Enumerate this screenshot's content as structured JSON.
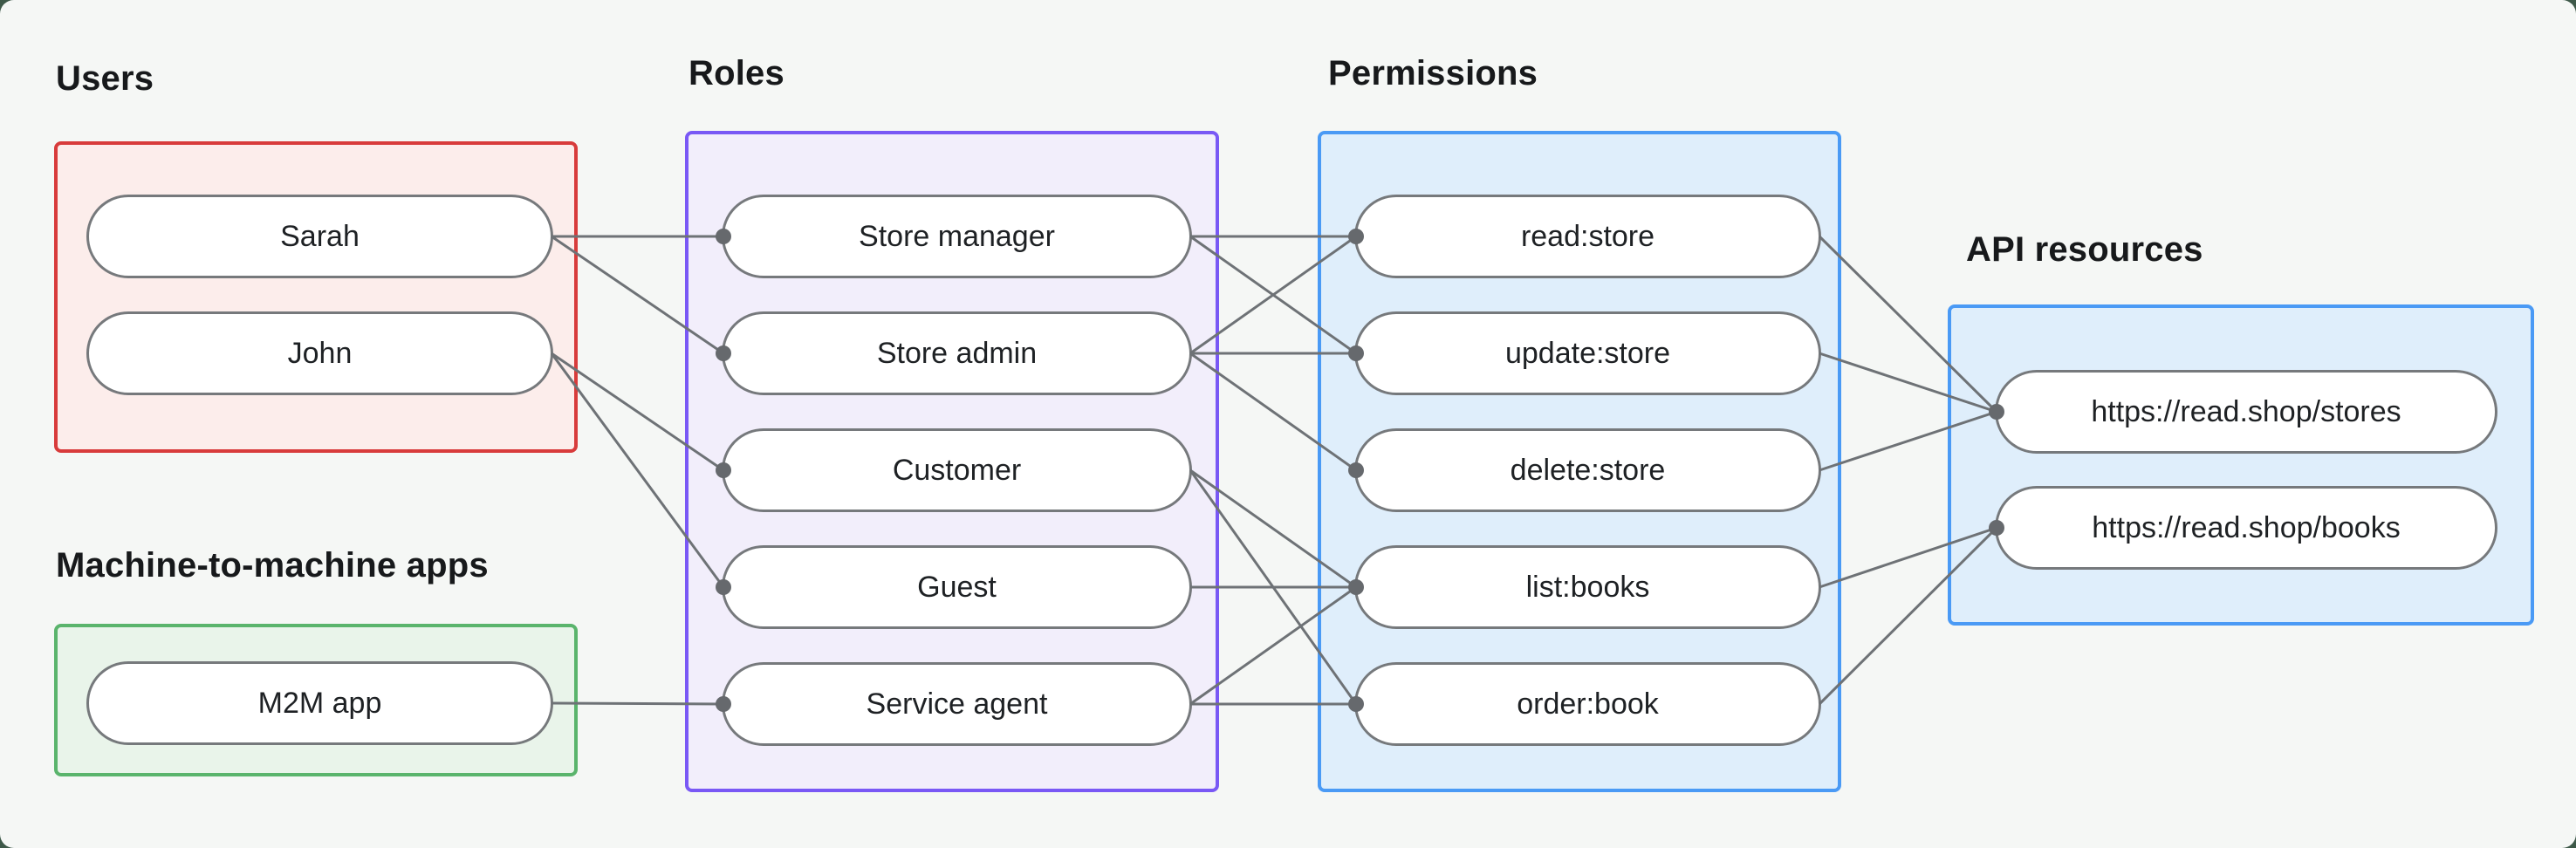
{
  "page": {
    "outer_background": "#3e5949",
    "card_background": "#f5f7f5",
    "label_color": "#17191b"
  },
  "edge_style": {
    "line_color": "#6e7276",
    "line_width": 3,
    "dot_color": "#66696d",
    "dot_radius": 9,
    "pill_border_color": "#76797c"
  },
  "groups": [
    {
      "id": "users",
      "label": "Users",
      "border_color": "#d83b3b",
      "fill_color": "#fcedeb",
      "items": [
        {
          "id": "sarah",
          "label": "Sarah"
        },
        {
          "id": "john",
          "label": "John"
        }
      ]
    },
    {
      "id": "m2m",
      "label": "Machine-to-machine apps",
      "border_color": "#5ab46c",
      "fill_color": "#e9f4ea",
      "items": [
        {
          "id": "m2m-app",
          "label": "M2M app"
        }
      ]
    },
    {
      "id": "roles",
      "label": "Roles",
      "border_color": "#7958f5",
      "fill_color": "#f2eefb",
      "items": [
        {
          "id": "store-manager",
          "label": "Store manager"
        },
        {
          "id": "store-admin",
          "label": "Store admin"
        },
        {
          "id": "customer",
          "label": "Customer"
        },
        {
          "id": "guest",
          "label": "Guest"
        },
        {
          "id": "service-agent",
          "label": "Service agent"
        }
      ]
    },
    {
      "id": "permissions",
      "label": "Permissions",
      "border_color": "#4a9af5",
      "fill_color": "#dfeefb",
      "items": [
        {
          "id": "read-store",
          "label": "read:store"
        },
        {
          "id": "update-store",
          "label": "update:store"
        },
        {
          "id": "delete-store",
          "label": "delete:store"
        },
        {
          "id": "list-books",
          "label": "list:books"
        },
        {
          "id": "order-book",
          "label": "order:book"
        }
      ]
    },
    {
      "id": "api",
      "label": "API resources",
      "border_color": "#4a9af5",
      "fill_color": "#dfeefb",
      "items": [
        {
          "id": "stores-resource",
          "label": "https://read.shop/stores"
        },
        {
          "id": "books-resource",
          "label": "https://read.shop/books"
        }
      ]
    }
  ],
  "edges": [
    [
      "sarah",
      "store-manager"
    ],
    [
      "sarah",
      "store-admin"
    ],
    [
      "john",
      "customer"
    ],
    [
      "john",
      "guest"
    ],
    [
      "m2m-app",
      "service-agent"
    ],
    [
      "store-manager",
      "read-store"
    ],
    [
      "store-manager",
      "update-store"
    ],
    [
      "store-admin",
      "read-store"
    ],
    [
      "store-admin",
      "update-store"
    ],
    [
      "store-admin",
      "delete-store"
    ],
    [
      "customer",
      "list-books"
    ],
    [
      "customer",
      "order-book"
    ],
    [
      "guest",
      "list-books"
    ],
    [
      "service-agent",
      "list-books"
    ],
    [
      "service-agent",
      "order-book"
    ],
    [
      "read-store",
      "stores-resource"
    ],
    [
      "update-store",
      "stores-resource"
    ],
    [
      "delete-store",
      "stores-resource"
    ],
    [
      "list-books",
      "books-resource"
    ],
    [
      "order-book",
      "books-resource"
    ]
  ]
}
